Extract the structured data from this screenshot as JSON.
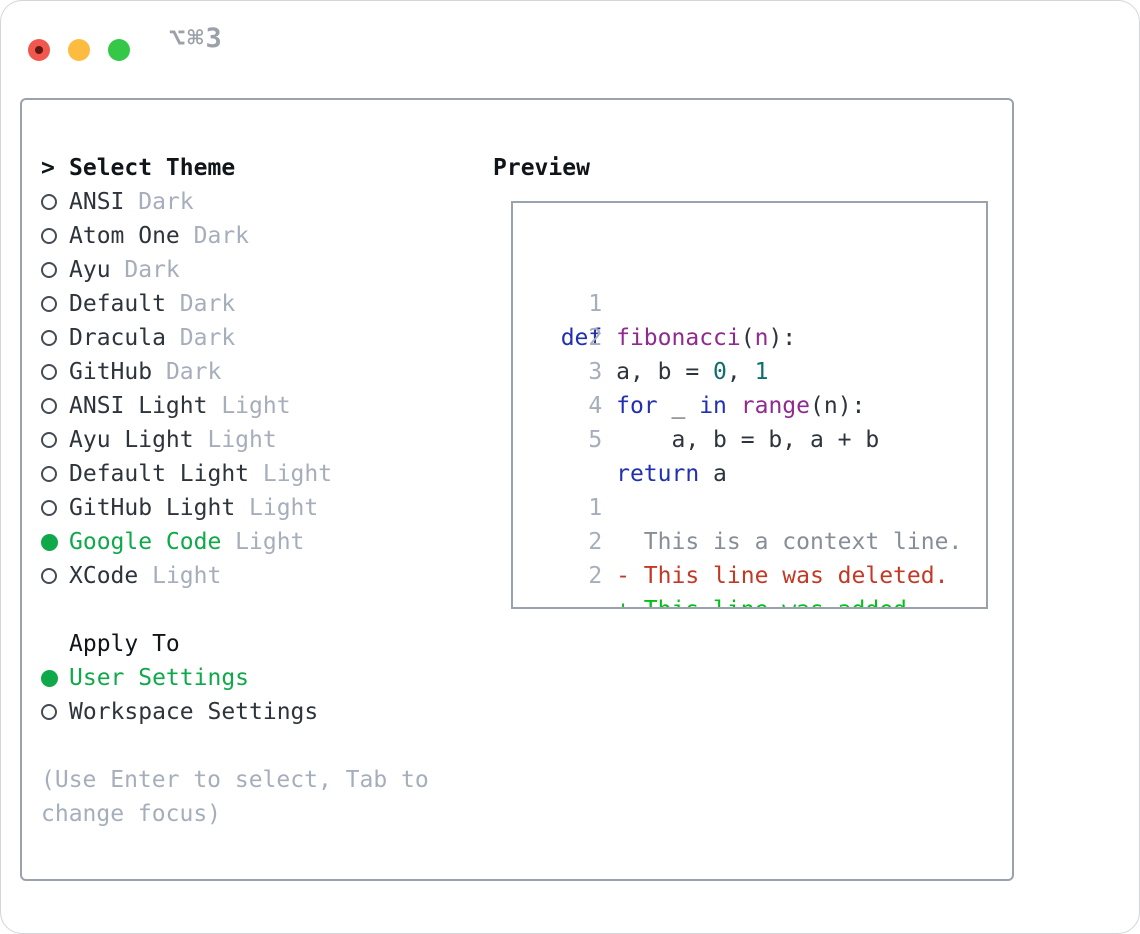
{
  "window": {
    "title": "⌥⌘3"
  },
  "theme_selector": {
    "header_marker": ">",
    "header": "Select Theme",
    "items": [
      {
        "name": "ANSI",
        "variant": "Dark",
        "selected": false
      },
      {
        "name": "Atom One",
        "variant": "Dark",
        "selected": false
      },
      {
        "name": "Ayu",
        "variant": "Dark",
        "selected": false
      },
      {
        "name": "Default",
        "variant": "Dark",
        "selected": false
      },
      {
        "name": "Dracula",
        "variant": "Dark",
        "selected": false
      },
      {
        "name": "GitHub",
        "variant": "Dark",
        "selected": false
      },
      {
        "name": "ANSI Light",
        "variant": "Light",
        "selected": false
      },
      {
        "name": "Ayu Light",
        "variant": "Light",
        "selected": false
      },
      {
        "name": "Default Light",
        "variant": "Light",
        "selected": false
      },
      {
        "name": "GitHub Light",
        "variant": "Light",
        "selected": false
      },
      {
        "name": "Google Code",
        "variant": "Light",
        "selected": true
      },
      {
        "name": "XCode",
        "variant": "Light",
        "selected": false
      }
    ],
    "apply_to": {
      "header": "Apply To",
      "options": [
        {
          "label": "User Settings",
          "selected": true
        },
        {
          "label": "Workspace Settings",
          "selected": false
        }
      ]
    },
    "hint": "(Use Enter to select, Tab to change focus)"
  },
  "preview": {
    "title": "Preview",
    "code_lines": [
      {
        "num": "1",
        "segments": [
          {
            "t": "def",
            "c": "keyword"
          },
          {
            "t": " ",
            "c": "plain"
          },
          {
            "t": "fibonacci",
            "c": "function"
          },
          {
            "t": "(",
            "c": "plain"
          },
          {
            "t": "n",
            "c": "function"
          },
          {
            "t": "):",
            "c": "plain"
          }
        ]
      },
      {
        "num": "2",
        "segments": [
          {
            "t": "    a, b = ",
            "c": "plain"
          },
          {
            "t": "0",
            "c": "number"
          },
          {
            "t": ", ",
            "c": "plain"
          },
          {
            "t": "1",
            "c": "number"
          }
        ]
      },
      {
        "num": "3",
        "segments": [
          {
            "t": "    ",
            "c": "plain"
          },
          {
            "t": "for",
            "c": "keyword"
          },
          {
            "t": " _ ",
            "c": "plain"
          },
          {
            "t": "in",
            "c": "keyword"
          },
          {
            "t": " ",
            "c": "plain"
          },
          {
            "t": "range",
            "c": "function"
          },
          {
            "t": "(n):",
            "c": "plain"
          }
        ]
      },
      {
        "num": "4",
        "segments": [
          {
            "t": "        a, b = b, a + b",
            "c": "plain"
          }
        ]
      },
      {
        "num": "5",
        "segments": [
          {
            "t": "    ",
            "c": "plain"
          },
          {
            "t": "return",
            "c": "keyword"
          },
          {
            "t": " a",
            "c": "plain"
          }
        ]
      },
      {
        "num": "",
        "segments": []
      },
      {
        "num": "1",
        "segments": [
          {
            "t": "      This is a context line.",
            "c": "context"
          }
        ]
      },
      {
        "num": "2",
        "segments": [
          {
            "t": "    - This line was deleted.",
            "c": "deleted"
          }
        ]
      },
      {
        "num": "2",
        "segments": [
          {
            "t": "    + This line was added.",
            "c": "added"
          }
        ]
      }
    ]
  },
  "colors": {
    "text": "#2e343c",
    "header_text": "#10151a",
    "muted": "#a6aebb",
    "context": "#878e98",
    "accent_green": "#0fa94a",
    "keyword": "#2030b0",
    "function": "#8f2a8f",
    "number": "#0d6e6e",
    "diff_added": "#00c118",
    "diff_deleted": "#c23a26",
    "panel_border": "#9aa3ad",
    "window_border": "#d2d6da",
    "title_gray": "#9aa1a9",
    "traffic_red": "#f1574c",
    "traffic_red_dot": "#5e1712",
    "traffic_yellow": "#fdbc40",
    "traffic_green": "#34c748"
  }
}
